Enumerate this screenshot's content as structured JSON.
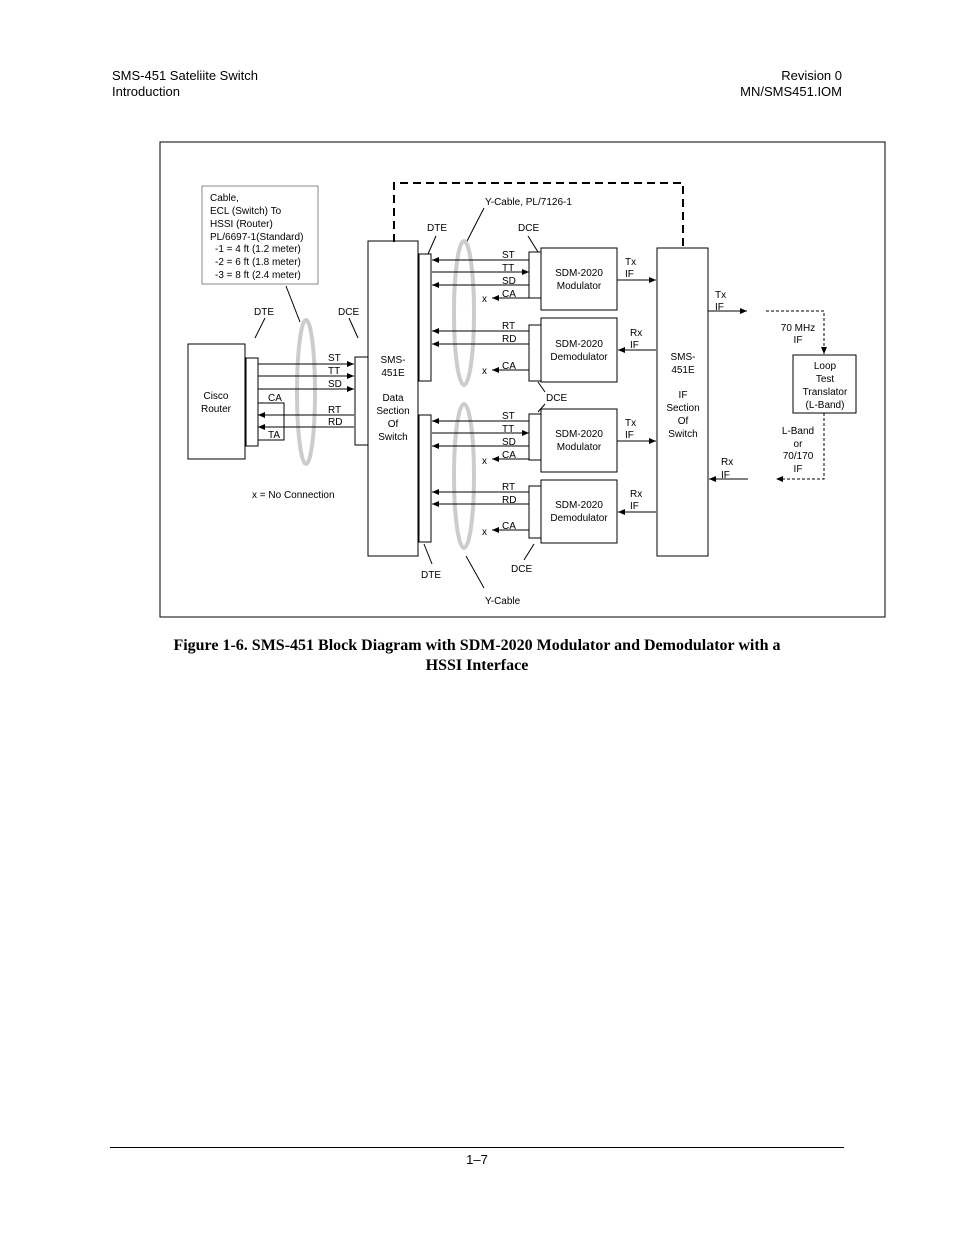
{
  "header": {
    "title": "SMS-451 Sateliite Switch",
    "section": "Introduction",
    "revision": "Revision 0",
    "doc_id": "MN/SMS451.IOM"
  },
  "diagram": {
    "cable_note": [
      "Cable,",
      "ECL (Switch) To",
      "HSSI (Router)",
      "PL/6697-1(Standard)",
      "-1 = 4 ft (1.2 meter)",
      "-2 = 6 ft (1.8 meter)",
      "-3 = 8 ft (2.4 meter)"
    ],
    "dte": "DTE",
    "dce": "DCE",
    "router": [
      "Cisco",
      "Router"
    ],
    "data_switch": [
      "SMS-",
      "451E",
      "",
      "Data",
      "Section",
      "Of",
      "Switch"
    ],
    "if_switch": [
      "SMS-",
      "451E",
      "",
      "IF",
      "Section",
      "Of",
      "Switch"
    ],
    "modulator": [
      "SDM-2020",
      "Modulator"
    ],
    "demodulator": [
      "SDM-2020",
      "Demodulator"
    ],
    "loop_translator": [
      "Loop",
      "Test",
      "Translator",
      "(L-Band)"
    ],
    "y_cable_top": "Y-Cable, PL/7126-1",
    "y_cable_bottom": "Y-Cable",
    "no_connection": "x = No Connection",
    "signals": {
      "st": "ST",
      "tt": "TT",
      "sd": "SD",
      "ca": "CA",
      "rt": "RT",
      "rd": "RD",
      "ta": "TA",
      "x": "x"
    },
    "tx_if": [
      "Tx",
      "IF"
    ],
    "rx_if": [
      "Rx",
      "IF"
    ],
    "mhz70": [
      "70 MHz",
      "IF"
    ],
    "lband": [
      "L-Band",
      "or",
      "70/170",
      "IF"
    ]
  },
  "caption": {
    "line1": "Figure 1-6.  SMS-451 Block Diagram with SDM-2020 Modulator and Demodulator with a",
    "line2": "HSSI Interface"
  },
  "footer": {
    "page_number": "1–7"
  }
}
